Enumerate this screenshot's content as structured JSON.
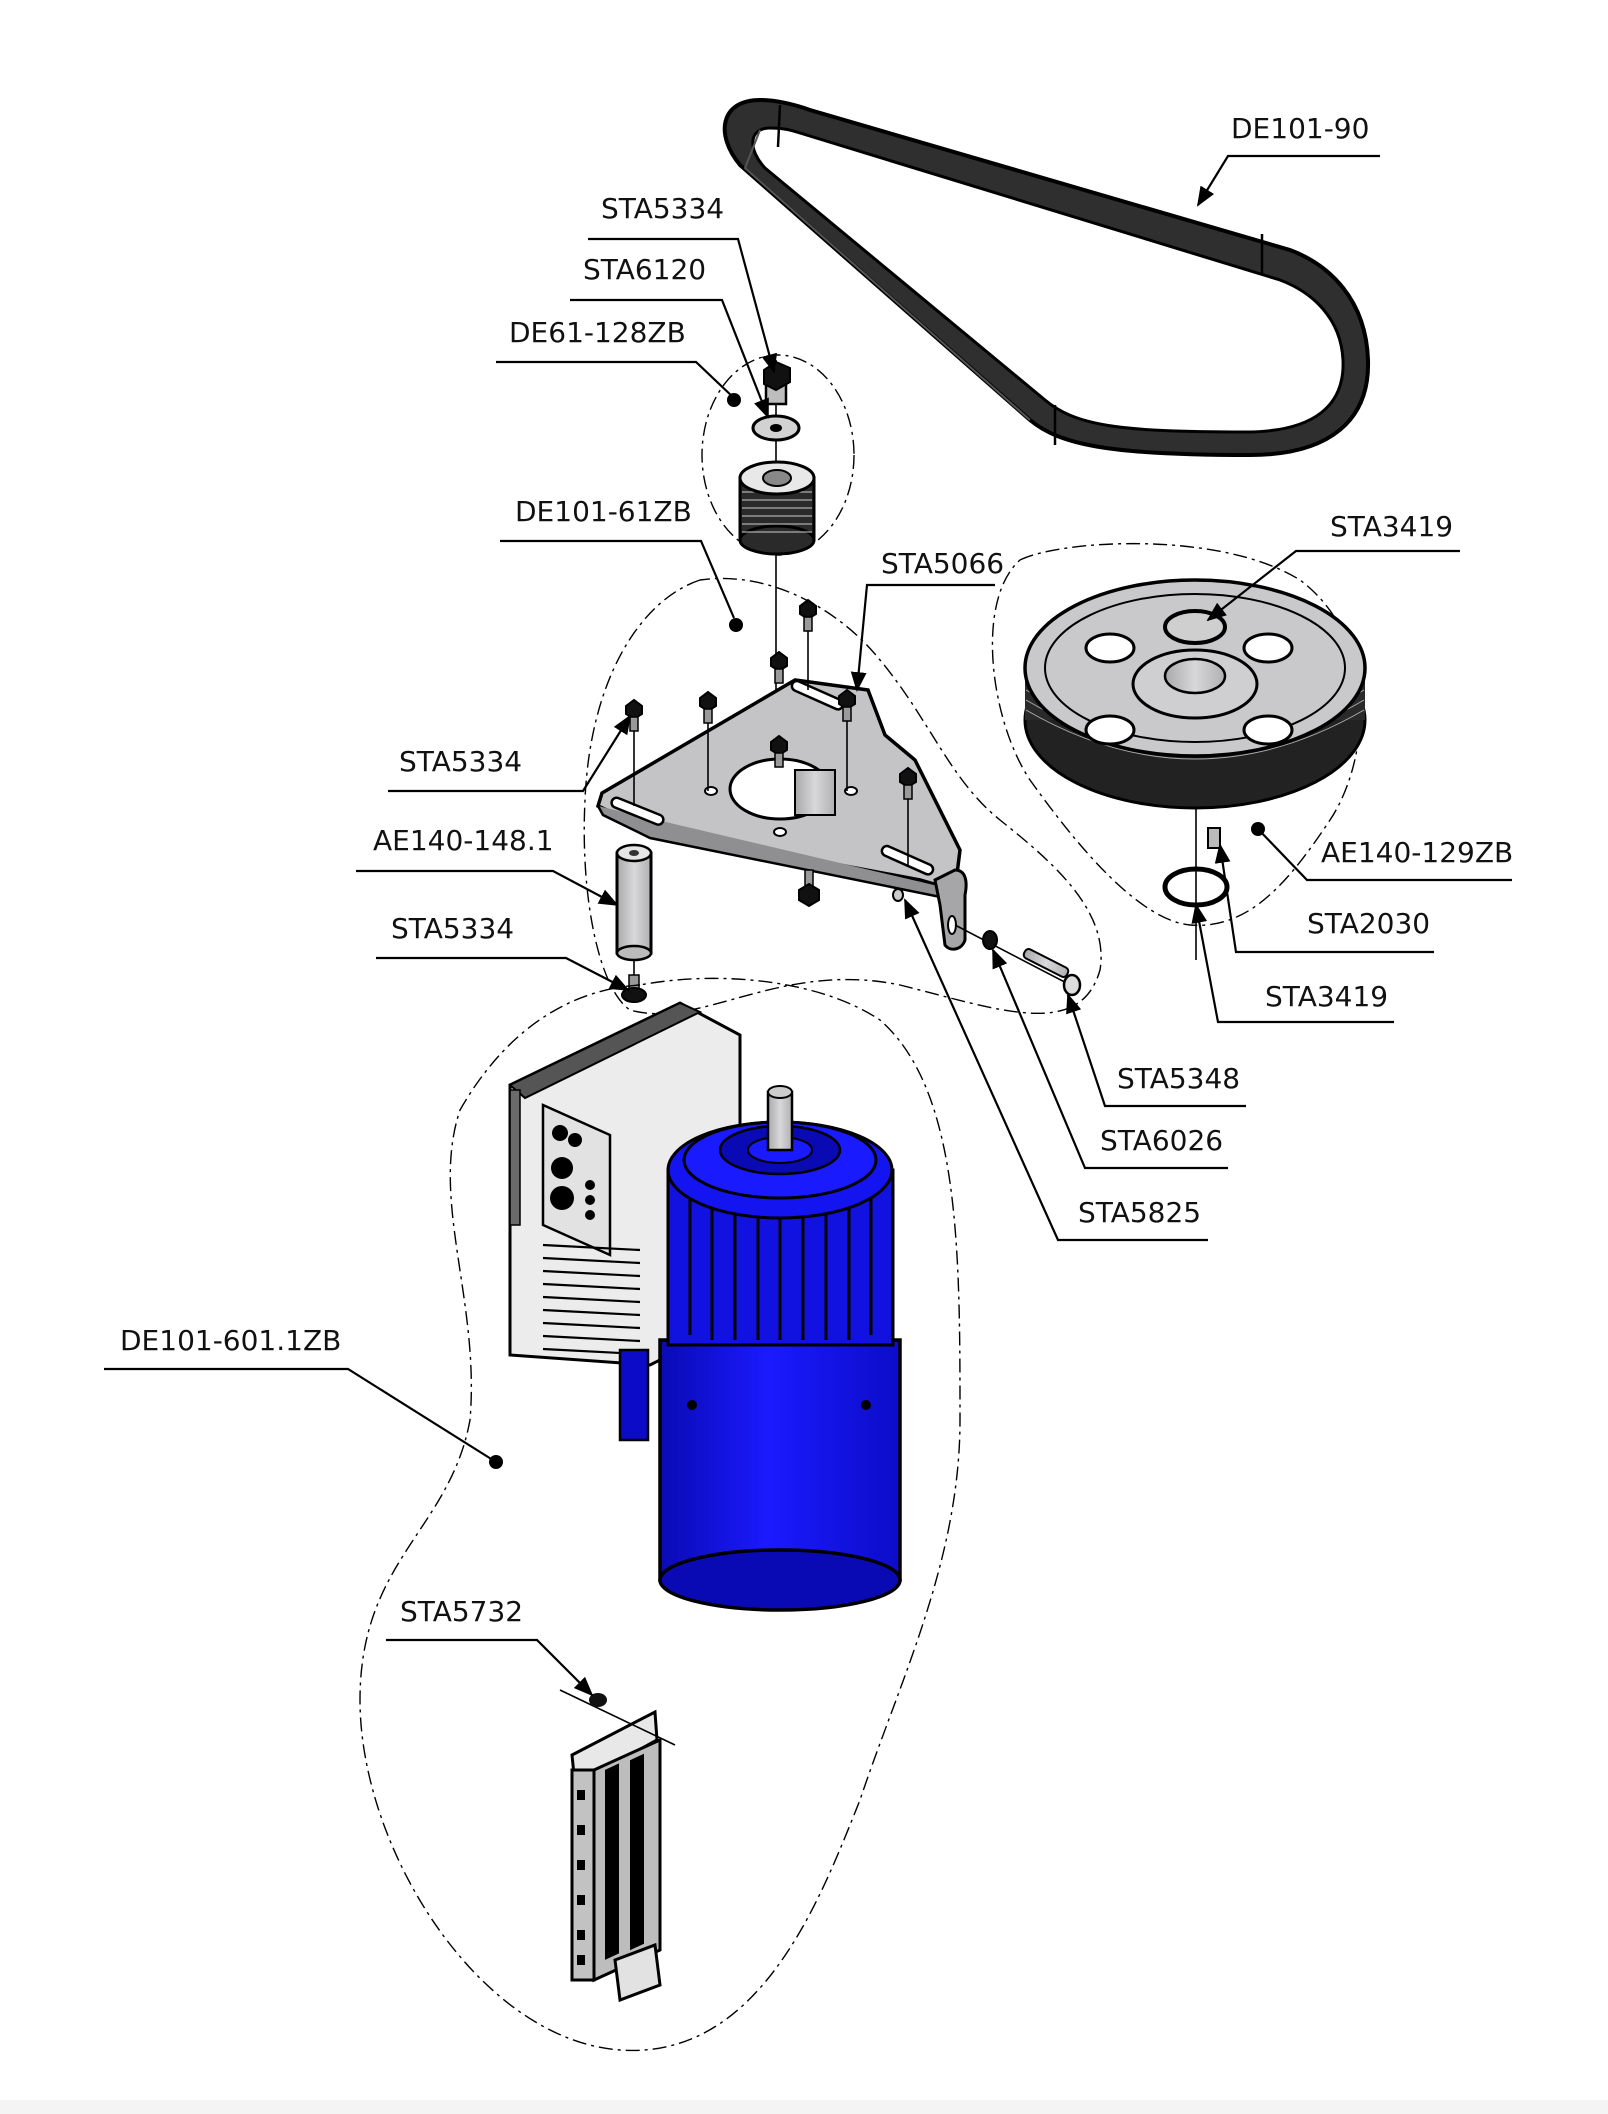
{
  "diagram": {
    "type": "exploded-parts-assembly",
    "colors": {
      "background": "#ffffff",
      "belt": "#3a3a3a",
      "metal_gray": "#c7c6c8",
      "motor_blue": "#1414e6",
      "motor_blue_dark": "#0a0ab4",
      "drive_housing": "#ececec",
      "ink": "#000000"
    },
    "callouts": [
      {
        "id": "belt",
        "part": "DE101-90"
      },
      {
        "id": "top-bolt",
        "part": "STA5334"
      },
      {
        "id": "top-washer",
        "part": "STA6120"
      },
      {
        "id": "small-pulley-assembly",
        "part": "DE61-128ZB"
      },
      {
        "id": "bracket-assembly",
        "part": "DE101-61ZB"
      },
      {
        "id": "bracket-bolt",
        "part": "STA5066"
      },
      {
        "id": "large-pulley-ring-top",
        "part": "STA3419"
      },
      {
        "id": "bracket-left-bolt",
        "part": "STA5334"
      },
      {
        "id": "spacer",
        "part": "AE140-148.1"
      },
      {
        "id": "spacer-bolt",
        "part": "STA5334"
      },
      {
        "id": "large-pulley-assembly",
        "part": "AE140-129ZB"
      },
      {
        "id": "key",
        "part": "STA2030"
      },
      {
        "id": "large-pulley-ring-bottom",
        "part": "STA3419"
      },
      {
        "id": "tension-bolt",
        "part": "STA5348"
      },
      {
        "id": "tension-washer",
        "part": "STA6026"
      },
      {
        "id": "tension-nut",
        "part": "STA5825"
      },
      {
        "id": "motor-assembly",
        "part": "DE101-601.1ZB"
      },
      {
        "id": "mount-bracket-screw",
        "part": "STA5732"
      }
    ]
  }
}
